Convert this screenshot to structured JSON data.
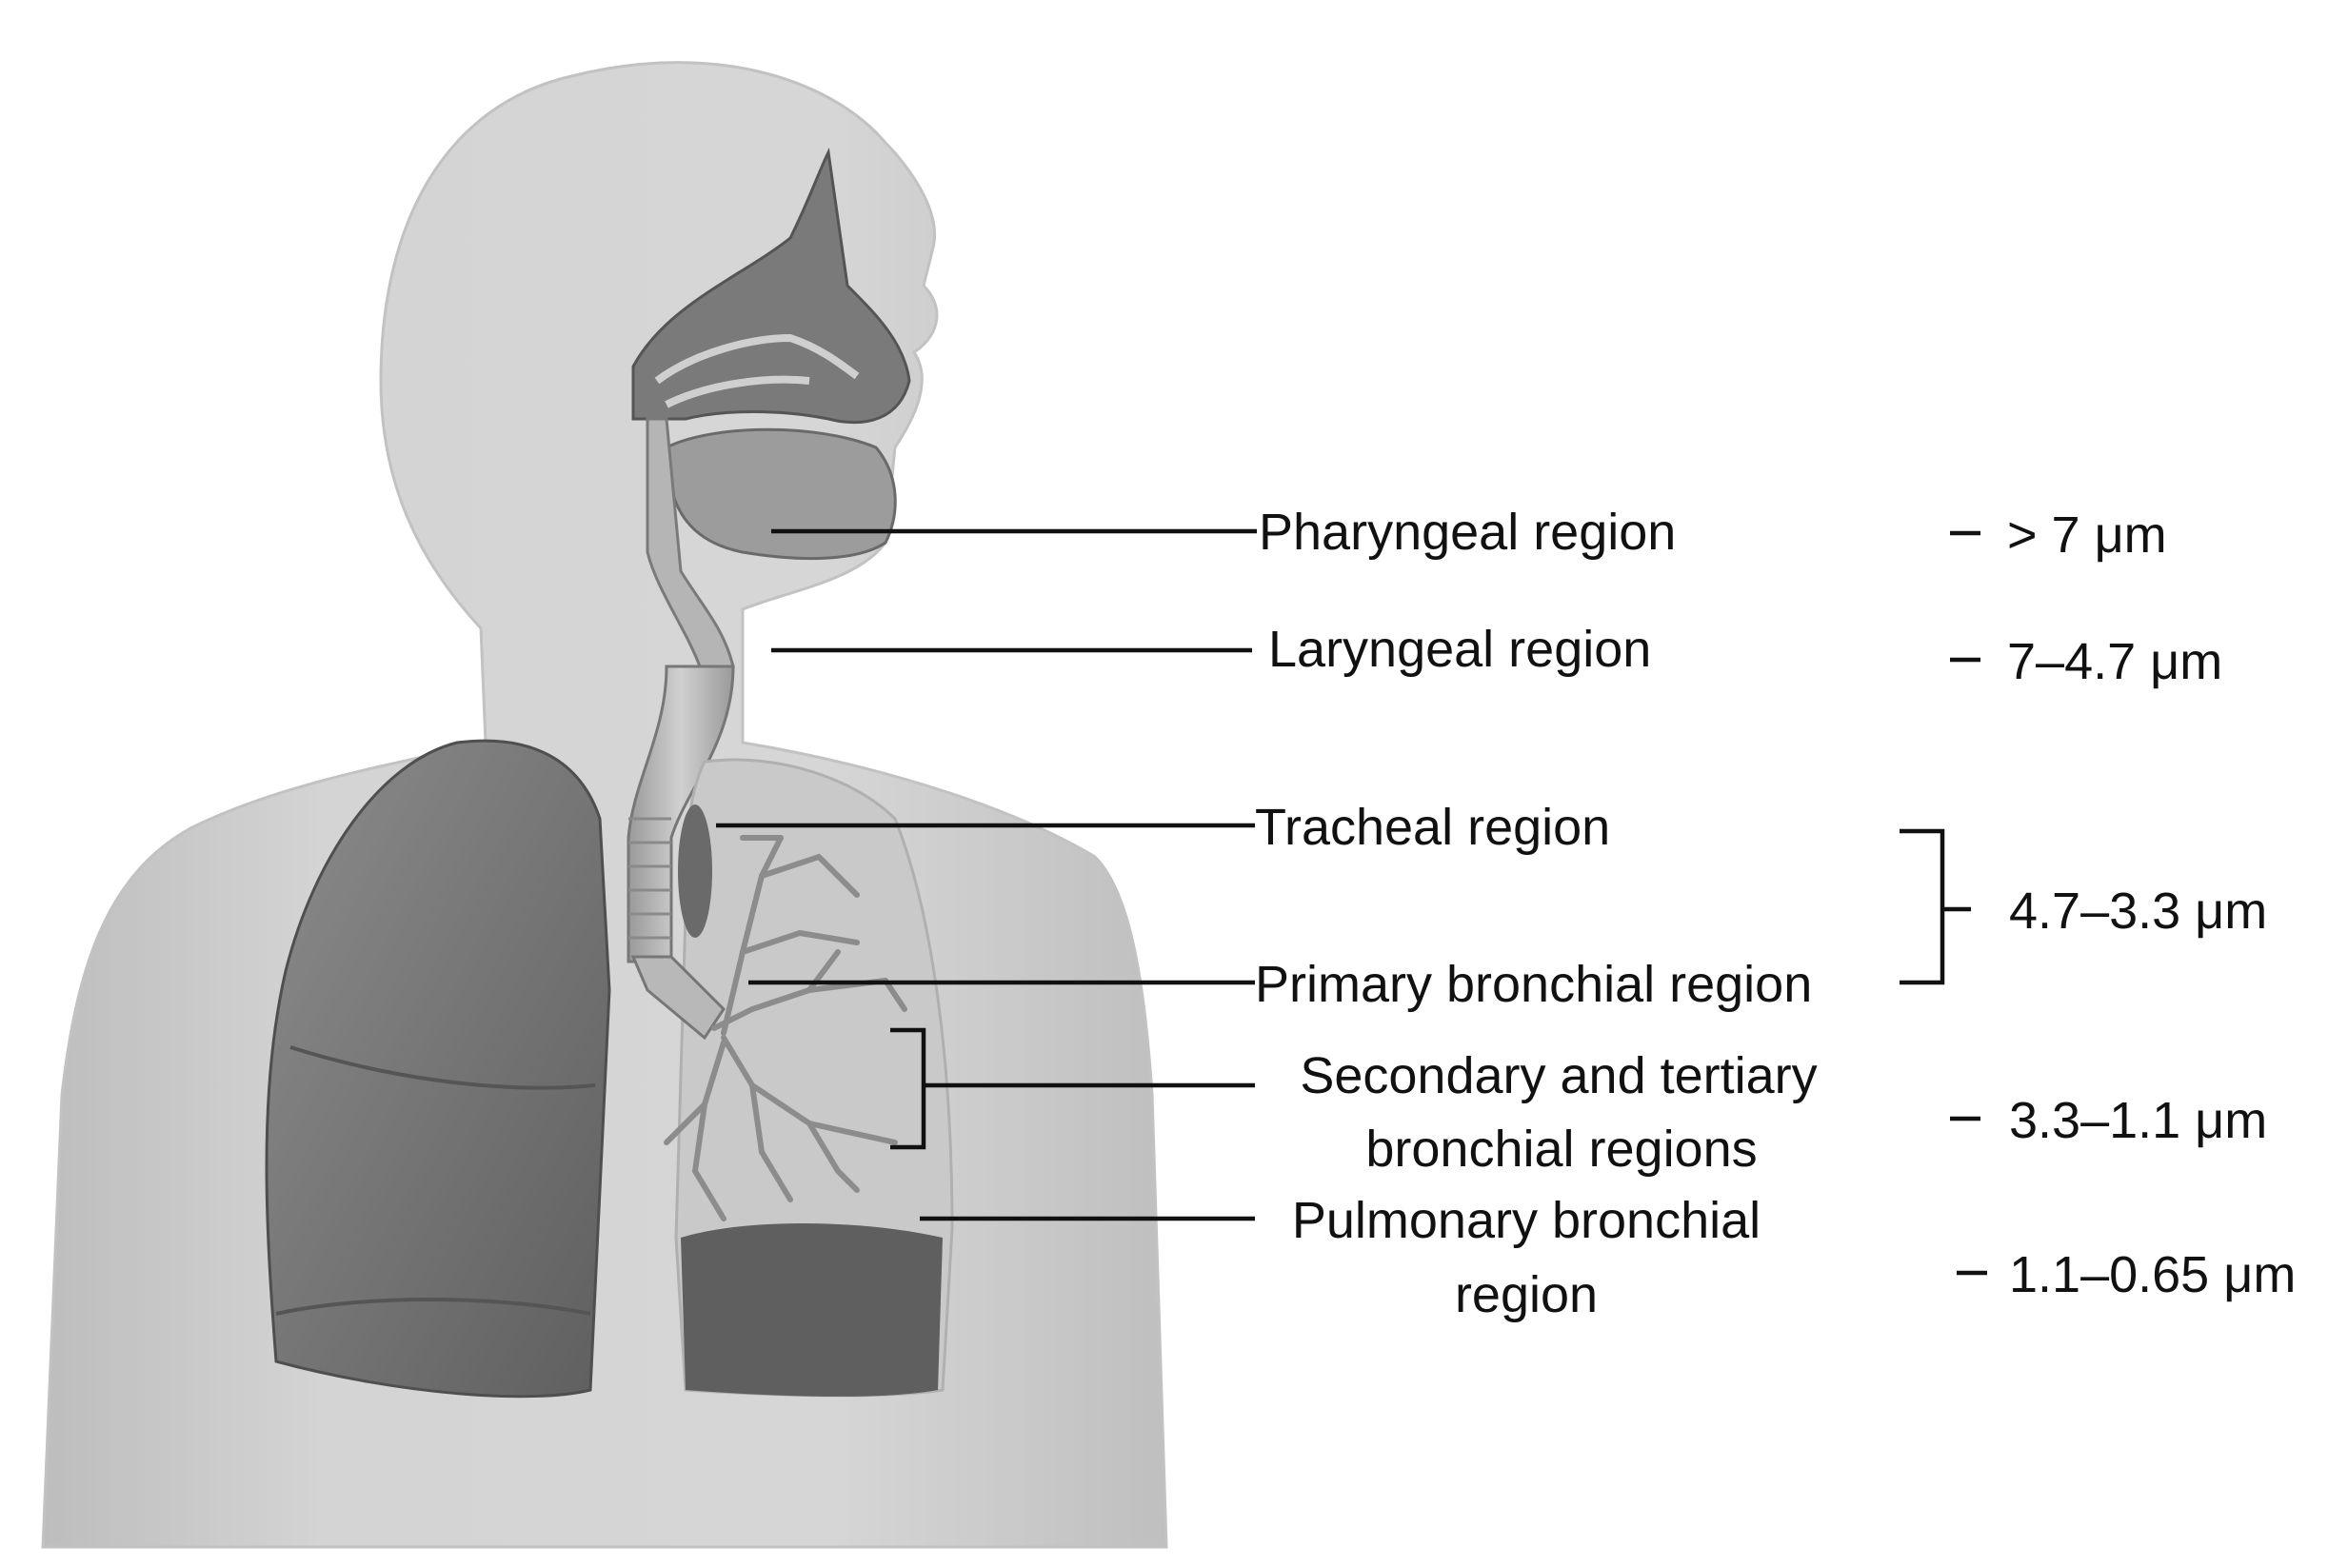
{
  "labels": {
    "pharyngeal": "Pharyngeal region",
    "laryngeal": "Laryngeal region",
    "tracheal": "Tracheal region",
    "primary_bronchial": "Primary bronchial region",
    "secondary_tertiary_line1": "Secondary and tertiary",
    "secondary_tertiary_line2": "bronchial regions",
    "pulmonary_line1": "Pulmonary bronchial",
    "pulmonary_line2": "region"
  },
  "sizes": {
    "pharyngeal": "> 7 μm",
    "laryngeal": "7–4.7 μm",
    "tracheo_bronchial": "4.7–3.3 μm",
    "secondary_tertiary": "3.3–1.1 μm",
    "pulmonary": "1.1–0.65 μm"
  },
  "colors": {
    "body": "#d3d3d3",
    "body_edge": "#c4c4c4",
    "lung_dark": "#6e6e6e",
    "lung_mid": "#8a8a8a",
    "airway": "#a9a9a9"
  }
}
